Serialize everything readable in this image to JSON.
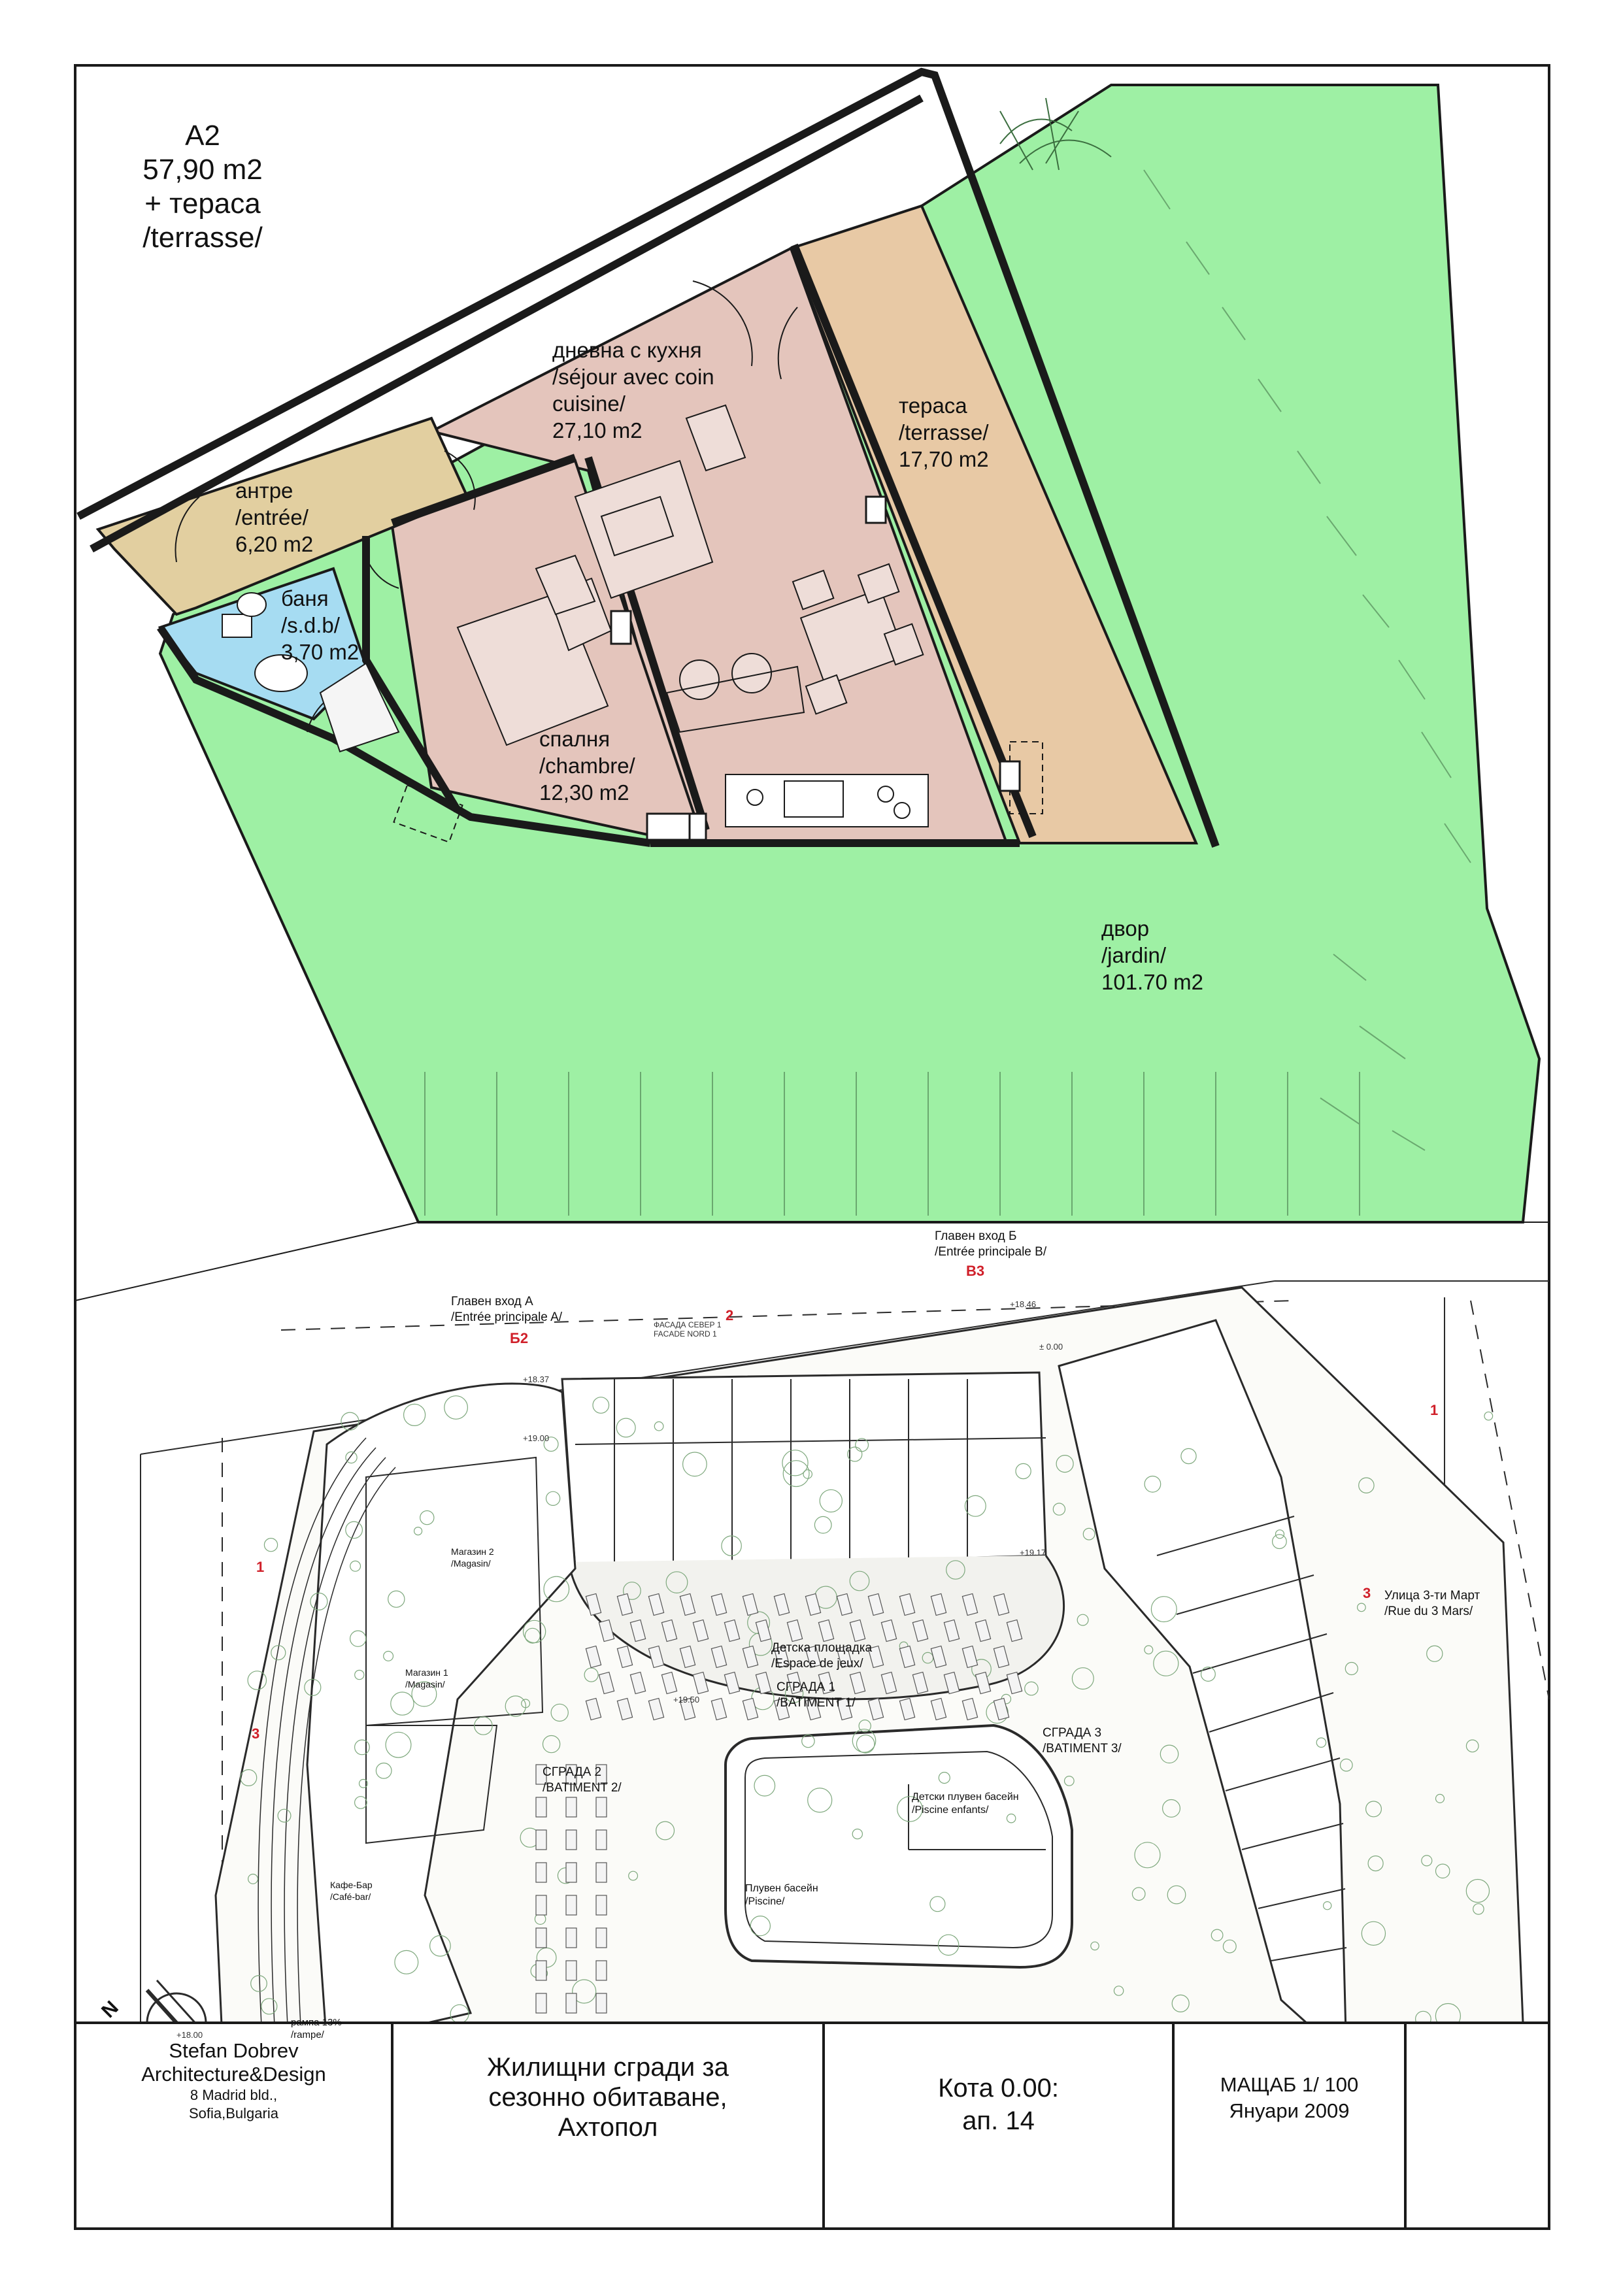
{
  "apartment": {
    "title": {
      "name": "A2",
      "area": "57,90 m2",
      "extra": "+ тераса",
      "extra_fr": "/terrasse/"
    },
    "rooms": {
      "living": {
        "l1": "дневна с кухня",
        "l2": "/séjour avec coin",
        "l3": "cuisine/",
        "l4": "27,10 m2"
      },
      "entry": {
        "l1": "антре",
        "l2": "/entrée/",
        "l3": "6,20 m2"
      },
      "bath": {
        "l1": "баня",
        "l2": "/s.d.b/",
        "l3": "3,70 m2"
      },
      "bedroom": {
        "l1": "спалня",
        "l2": "/chambre/",
        "l3": "12,30 m2"
      },
      "terrace": {
        "l1": "тераса",
        "l2": "/terrasse/",
        "l3": "17,70 m2"
      },
      "garden": {
        "l1": "двор",
        "l2": "/jardin/",
        "l3": "101.70 m2"
      }
    }
  },
  "site": {
    "entrance_a": {
      "l1": "Главен вход А",
      "l2": "/Entrée principale A/",
      "marker": "Б2"
    },
    "entrance_b": {
      "l1": "Главен вход Б",
      "l2": "/Entrée principale B/",
      "marker": "B3"
    },
    "street": {
      "l1": "Улица 3-ти Март",
      "l2": "/Rue du 3 Mars/"
    },
    "playground": {
      "l1": "Детска площадка",
      "l2": "/Espace de jeux/"
    },
    "building1": {
      "l1": "СГРАДА 1",
      "l2": "/BATIMENT 1/"
    },
    "building2": {
      "l1": "СГРАДА 2",
      "l2": "/BATIMENT 2/"
    },
    "building3": {
      "l1": "СГРАДА 3",
      "l2": "/BATIMENT 3/"
    },
    "kids_pool": {
      "l1": "Детски плувен басейн",
      "l2": "/Piscine enfants/"
    },
    "pool": {
      "l1": "Плувен басейн",
      "l2": "/Piscine/"
    },
    "shop2": {
      "l1": "Магазин 2",
      "l2": "/Magasin/"
    },
    "shop1": {
      "l1": "Магазин 1",
      "l2": "/Magasin/"
    },
    "cafe": {
      "l1": "Кафе-Бар",
      "l2": "/Café-bar/"
    },
    "ramp": {
      "l1": "рампа 13%",
      "l2": "/rampe/"
    },
    "facade_north": {
      "l1": "ФАСАДА СЕВЕР 1",
      "l2": "FACADE NORD 1"
    },
    "markers": {
      "m1": "1",
      "m2": "2",
      "m3": "3",
      "m1b": "1",
      "m3b": "3"
    },
    "levels": {
      "a": "+18.37",
      "b": "+19.00",
      "c": "+19.50",
      "d": "+18.46",
      "e": "+18.00",
      "f": "± 0.00",
      "g": "+19.17"
    },
    "north": "N"
  },
  "title_block": {
    "author": {
      "l1": "Stefan Dobrev",
      "l2": "Architecture&Design",
      "l3": "8 Madrid bld.,",
      "l4": "Sofia,Bulgaria"
    },
    "project": {
      "l1": "Жилищни сгради за",
      "l2": "сезонно обитаване,",
      "l3": "Ахтопол"
    },
    "drawing": {
      "l1": "Кота 0.00:",
      "l2": "ап. 14"
    },
    "scale": {
      "l1": "МАЩАБ 1/ 100",
      "l2": "Януари 2009"
    }
  },
  "colors": {
    "garden": "#9ef0a4",
    "terrace": "#e8c9a5",
    "entry": "#e2cfa0",
    "living": "#e4c5bc",
    "bath": "#a6dcf2",
    "wall": "#ffffff",
    "line": "#1a1a1a"
  }
}
